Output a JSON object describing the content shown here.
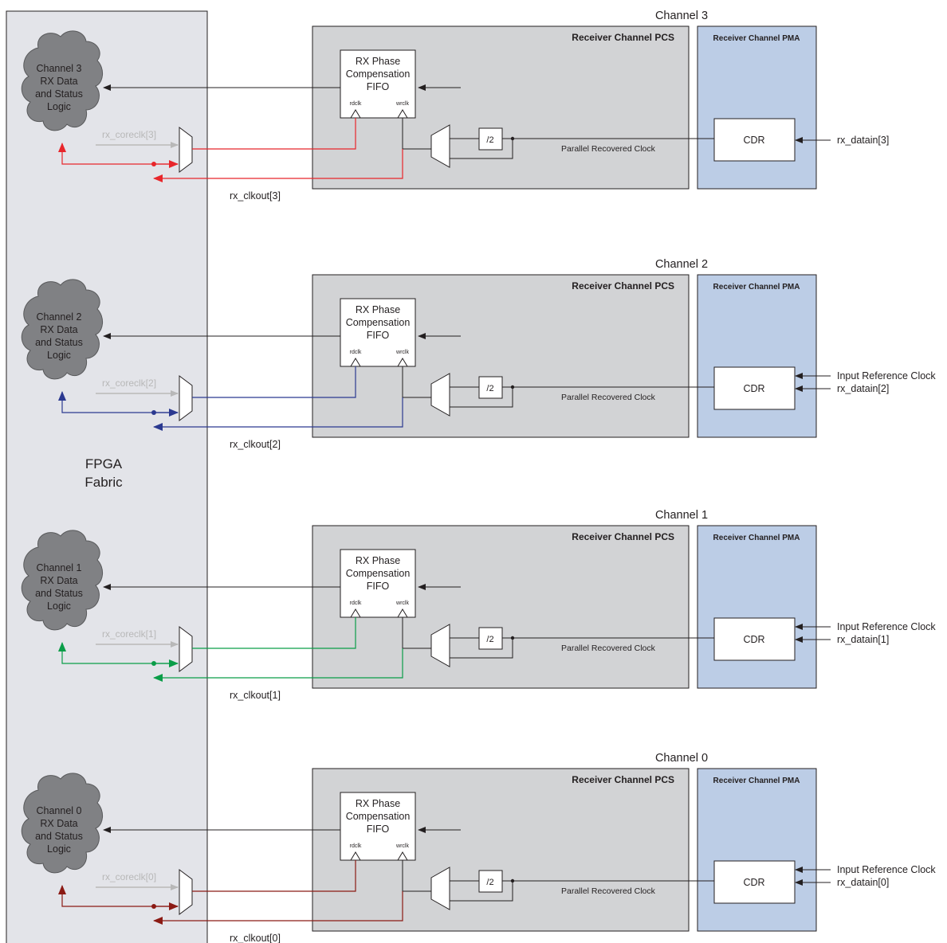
{
  "fabric": {
    "label_line1": "FPGA",
    "label_line2": "Fabric"
  },
  "common": {
    "pcs_title": "Receiver Channel PCS",
    "pma_title": "Receiver Channel PMA",
    "fifo_line1": "RX Phase",
    "fifo_line2": "Compensation",
    "fifo_line3": "FIFO",
    "rdclk": "rdclk",
    "wrclk": "wrclk",
    "divider": "/2",
    "cdr": "CDR",
    "recovered_clock": "Parallel Recovered Clock",
    "input_ref_clock": "Input Reference Clock",
    "logic_line2": "RX Data",
    "logic_line3": "and Status",
    "logic_line4": "Logic"
  },
  "channels": [
    {
      "title": "Channel 3",
      "logic_line1": "Channel 3",
      "coreclk": "rx_coreclk[3]",
      "clkout": "rx_clkout[3]",
      "datain": "rx_datain[3]",
      "clock_color": "#e8262b",
      "has_ref_clock": false
    },
    {
      "title": "Channel 2",
      "logic_line1": "Channel 2",
      "coreclk": "rx_coreclk[2]",
      "clkout": "rx_clkout[2]",
      "datain": "rx_datain[2]",
      "clock_color": "#2b3990",
      "has_ref_clock": true
    },
    {
      "title": "Channel 1",
      "logic_line1": "Channel 1",
      "coreclk": "rx_coreclk[1]",
      "clkout": "rx_clkout[1]",
      "datain": "rx_datain[1]",
      "clock_color": "#0a9d48",
      "has_ref_clock": true
    },
    {
      "title": "Channel 0",
      "logic_line1": "Channel 0",
      "coreclk": "rx_coreclk[0]",
      "clkout": "rx_clkout[0]",
      "datain": "rx_datain[0]",
      "clock_color": "#8b1a14",
      "has_ref_clock": true
    }
  ]
}
